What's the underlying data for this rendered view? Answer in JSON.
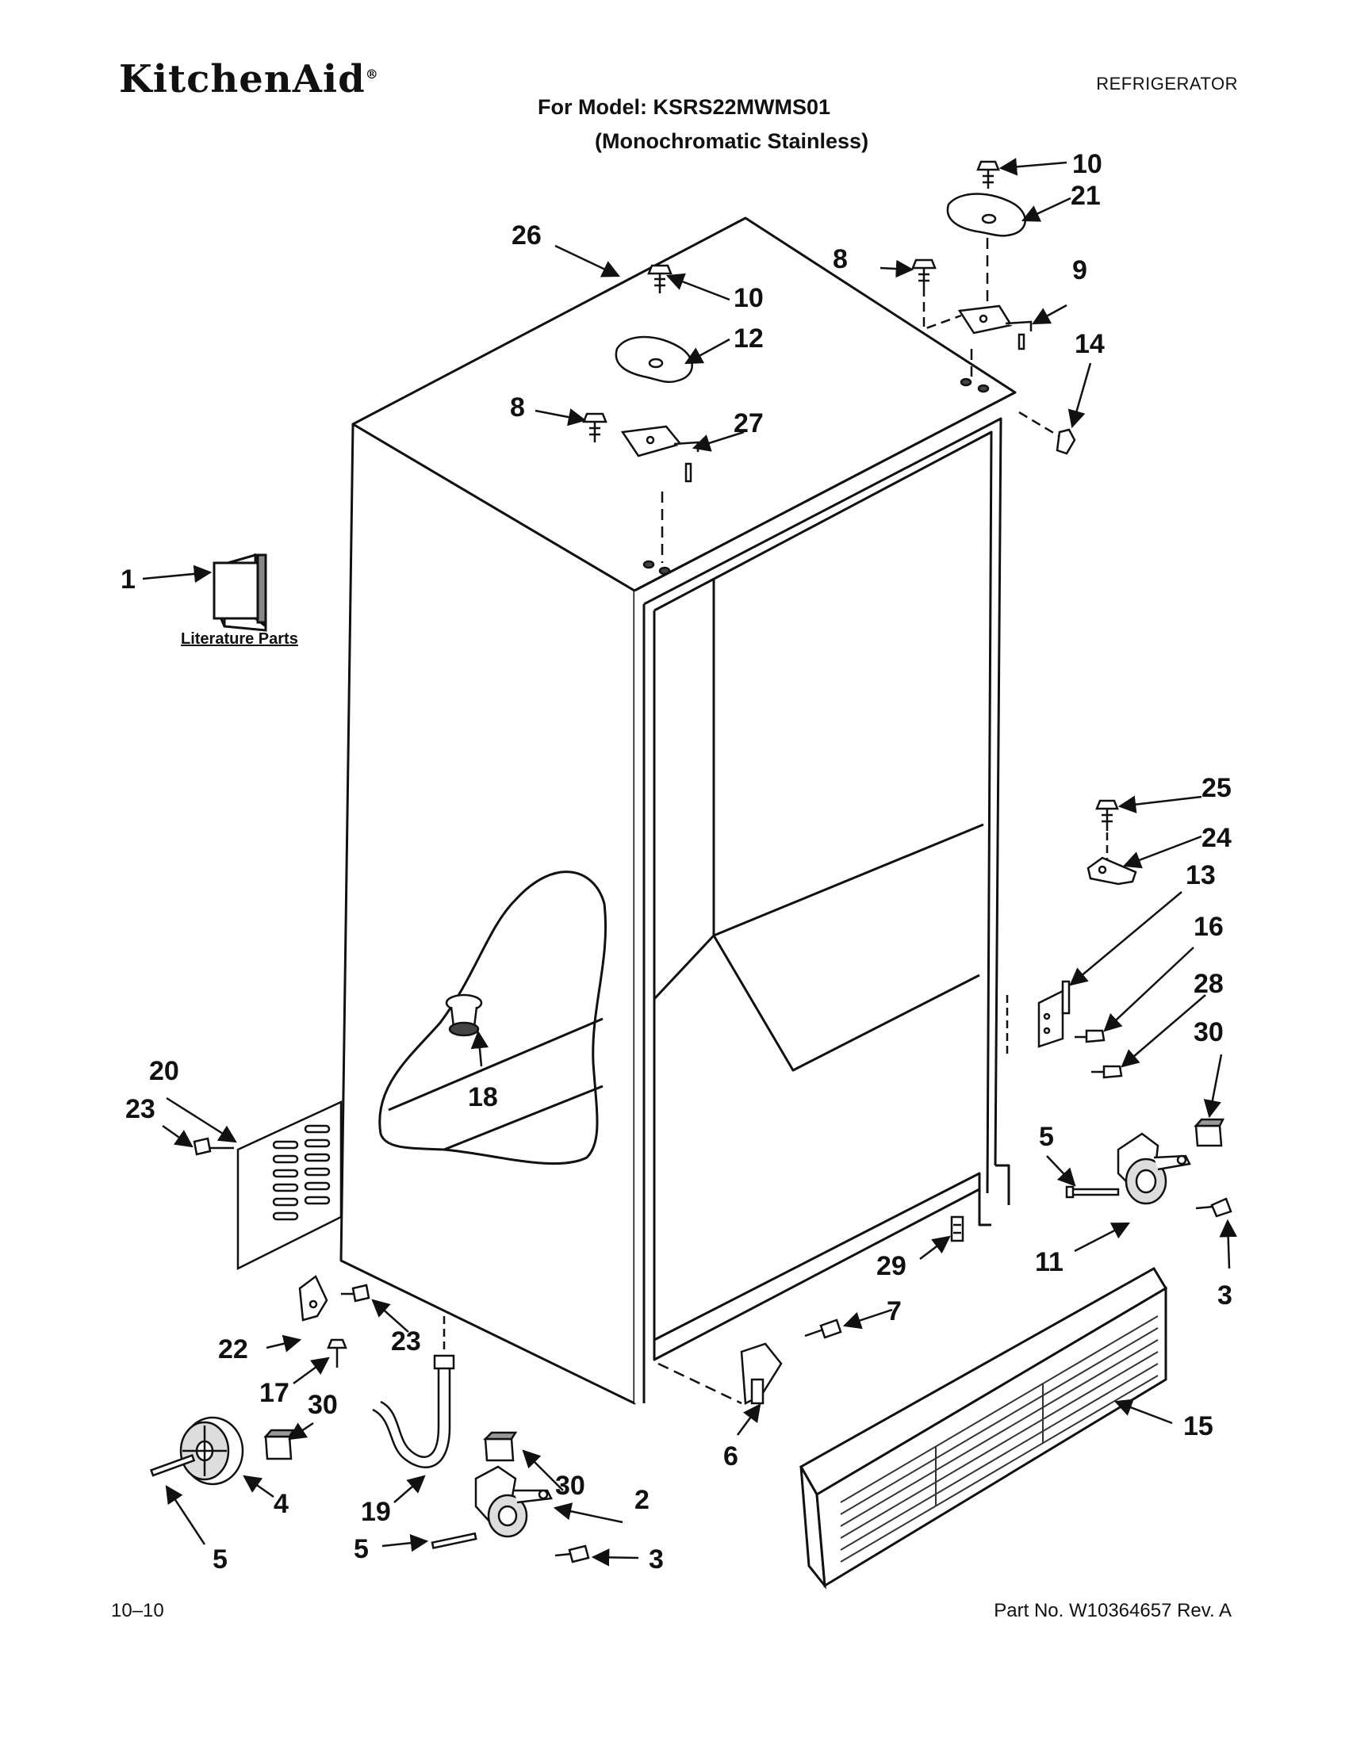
{
  "header": {
    "brand": "KitchenAid",
    "brand_mark": "®",
    "category": "REFRIGERATOR",
    "model_line": "For Model: KSRS22MWMS01",
    "finish_line": "(Monochromatic Stainless)"
  },
  "literature_label": "Literature Parts",
  "callouts": [
    {
      "id": "c1",
      "label": "1"
    },
    {
      "id": "c2",
      "label": "2"
    },
    {
      "id": "c3a",
      "label": "3"
    },
    {
      "id": "c3b",
      "label": "3"
    },
    {
      "id": "c4",
      "label": "4"
    },
    {
      "id": "c5a",
      "label": "5"
    },
    {
      "id": "c5b",
      "label": "5"
    },
    {
      "id": "c5c",
      "label": "5"
    },
    {
      "id": "c6",
      "label": "6"
    },
    {
      "id": "c7",
      "label": "7"
    },
    {
      "id": "c8a",
      "label": "8"
    },
    {
      "id": "c8b",
      "label": "8"
    },
    {
      "id": "c9",
      "label": "9"
    },
    {
      "id": "c10a",
      "label": "10"
    },
    {
      "id": "c10b",
      "label": "10"
    },
    {
      "id": "c11",
      "label": "11"
    },
    {
      "id": "c12",
      "label": "12"
    },
    {
      "id": "c13",
      "label": "13"
    },
    {
      "id": "c14",
      "label": "14"
    },
    {
      "id": "c15",
      "label": "15"
    },
    {
      "id": "c16",
      "label": "16"
    },
    {
      "id": "c17",
      "label": "17"
    },
    {
      "id": "c18",
      "label": "18"
    },
    {
      "id": "c19",
      "label": "19"
    },
    {
      "id": "c20",
      "label": "20"
    },
    {
      "id": "c21",
      "label": "21"
    },
    {
      "id": "c22",
      "label": "22"
    },
    {
      "id": "c23a",
      "label": "23"
    },
    {
      "id": "c23b",
      "label": "23"
    },
    {
      "id": "c24",
      "label": "24"
    },
    {
      "id": "c25",
      "label": "25"
    },
    {
      "id": "c26",
      "label": "26"
    },
    {
      "id": "c27",
      "label": "27"
    },
    {
      "id": "c28",
      "label": "28"
    },
    {
      "id": "c29",
      "label": "29"
    },
    {
      "id": "c30a",
      "label": "30"
    },
    {
      "id": "c30b",
      "label": "30"
    },
    {
      "id": "c30c",
      "label": "30"
    }
  ],
  "footer": {
    "date": "10–10",
    "part_number": "Part No. W10364657 Rev. A"
  }
}
